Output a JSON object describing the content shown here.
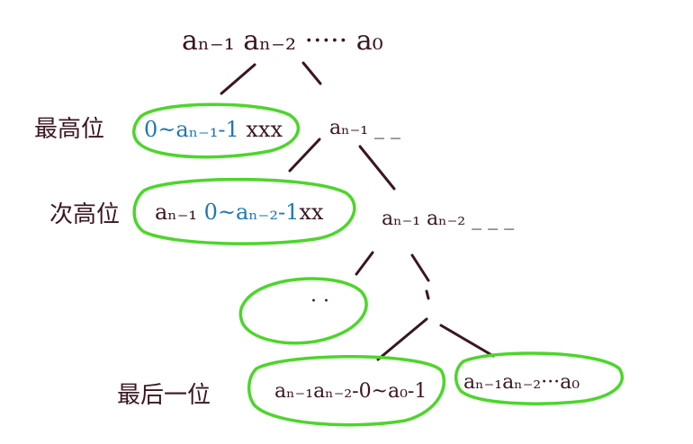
{
  "root": {
    "text": "aₙ₋₁ aₙ₋₂ ····· a₀"
  },
  "level1": {
    "label": "最高位",
    "left": {
      "blue": "0~aₙ₋₁-1",
      "dark": " xxx"
    },
    "right": {
      "text": "aₙ₋₁ _ _"
    }
  },
  "level2": {
    "label": "次高位",
    "left": {
      "prefix": "aₙ₋₁ ",
      "blue": "0~aₙ₋₂-1",
      "dark": "xx"
    },
    "right": {
      "text": "aₙ₋₁ aₙ₋₂ _ _ _"
    }
  },
  "level3": {
    "left_dots": "· ·"
  },
  "level4": {
    "label": "最后一位",
    "left": {
      "text": "aₙ₋₁aₙ₋₂-0~a₀-1"
    },
    "right": {
      "text": "aₙ₋₁aₙ₋₂···a₀"
    }
  },
  "colors": {
    "dark": "#3a1620",
    "blue": "#1f78b4",
    "green": "#4cd62b"
  }
}
